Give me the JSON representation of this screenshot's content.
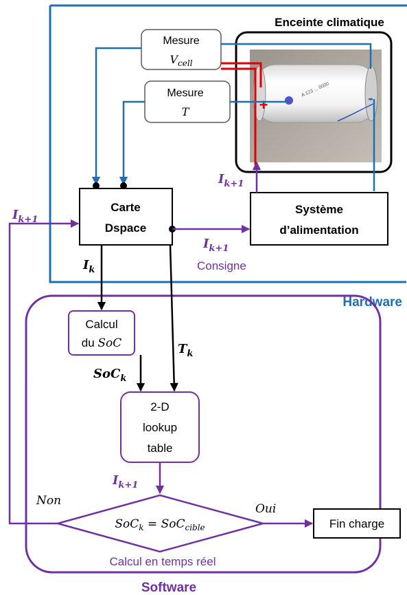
{
  "colors": {
    "hardware_blue": "#1f6fb5",
    "software_purple": "#7030a0",
    "black": "#000000",
    "red": "#e00000"
  },
  "hardware": {
    "label": "Hardware",
    "chamber_title": "Enceinte climatique",
    "measure_v": {
      "line1": "Mesure",
      "line2_var": "V",
      "line2_sub": "cell"
    },
    "measure_t": {
      "line1": "Mesure",
      "line2_var": "T"
    },
    "dspace": {
      "line1": "Carte",
      "line2": "Dspace"
    },
    "power": {
      "line1": "Système",
      "line2": "d’alimentation"
    },
    "plus_sign": "+",
    "minus_sign": "-",
    "battery_marking": "A 123 ... 0000"
  },
  "signals": {
    "i_k1_var": "I",
    "i_k1_sub": "k+1",
    "i_k_var": "I",
    "i_k_sub": "k",
    "t_k_var": "T",
    "t_k_sub": "k",
    "soc_k_var": "SoC",
    "soc_k_sub": "k",
    "consigne": "Consigne"
  },
  "software": {
    "label": "Software",
    "soc_calc": {
      "line1": "Calcul",
      "line2_prefix": "du ",
      "line2_var": "SoC"
    },
    "lookup": {
      "line1": "2-D",
      "line2": "lookup",
      "line3": "table"
    },
    "decision": {
      "lhs_var": "SoC",
      "lhs_sub": "k",
      "eq": " = ",
      "rhs_var": "SoC",
      "rhs_sub": "cible"
    },
    "non": "Non",
    "oui": "Oui",
    "realtime": "Calcul en temps réel"
  },
  "end": {
    "label": "Fin charge"
  }
}
